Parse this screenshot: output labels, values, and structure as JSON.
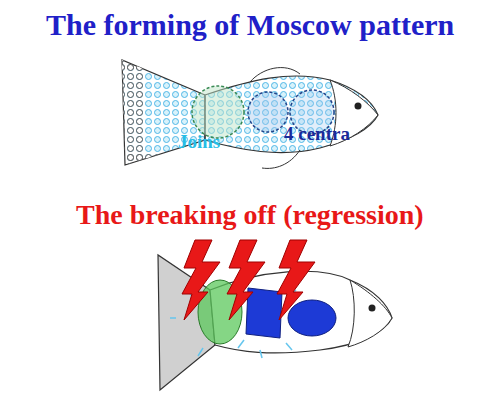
{
  "diagram": {
    "title": "The forming of Moscow pattern",
    "labels": [
      "Joins",
      "4 centra",
      "The breaking off (regression)"
    ]
  }
}
